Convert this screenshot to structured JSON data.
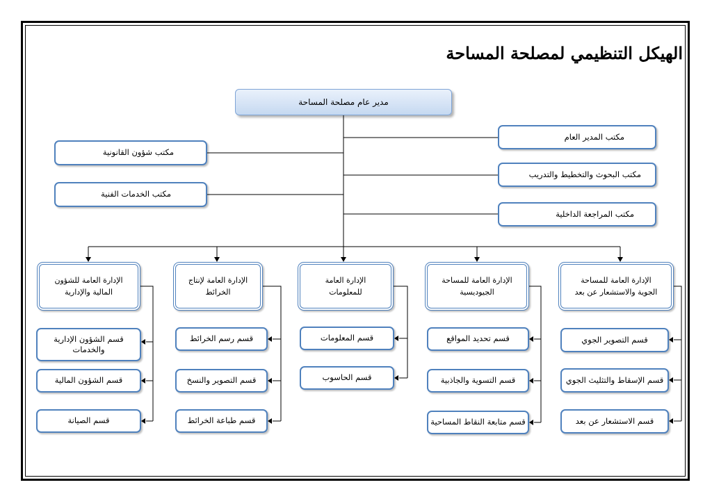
{
  "title": "الهيكل التنظيمي لمصلحة المساحة",
  "director": "مدير عام مصلحة المساحة",
  "offices_right": [
    "مكتب المدير العام",
    "مكتب البحوث والتخطيط والتدريب",
    "مكتب المراجعة الداخلية"
  ],
  "offices_left": [
    "مكتب شؤون القانونية",
    "مكتب الخدمات الفنية"
  ],
  "departments": [
    {
      "name_line1": "الإدارة العامة للمساحة",
      "name_line2": "الجوية والاستشعار عن بعد",
      "sections": [
        "قسم التصوير الجوي",
        "قسم الإسقاط والتثليث الجوي",
        "قسم الاستشعار عن بعد"
      ]
    },
    {
      "name_line1": "الإدارة العامة للمساحة",
      "name_line2": "الجيوديسية",
      "sections": [
        "قسم تحديد المواقع",
        "قسم التسوية والجاذبية",
        "قسم متابعة النقاط المساحية"
      ]
    },
    {
      "name_line1": "الإدارة العامة",
      "name_line2": "للمعلومات",
      "sections": [
        "قسم المعلومات",
        "قسم الحاسوب"
      ]
    },
    {
      "name_line1": "الإدارة العامة لإنتاج",
      "name_line2": "الخرائط",
      "sections": [
        "قسم رسم الخرائط",
        "قسم التصوير والنسخ",
        "قسم طباعة الخرائط"
      ]
    },
    {
      "name_line1": "الإدارة العامة للشؤون",
      "name_line2": "المالية والإدارية",
      "sections": [
        "قسم الشؤون الإدارية والخدمات",
        "قسم الشؤون المالية",
        "قسم الصيانة"
      ]
    }
  ],
  "colors": {
    "box_border": "#4f81bd",
    "top_box_fill": "#c5d9f1"
  }
}
